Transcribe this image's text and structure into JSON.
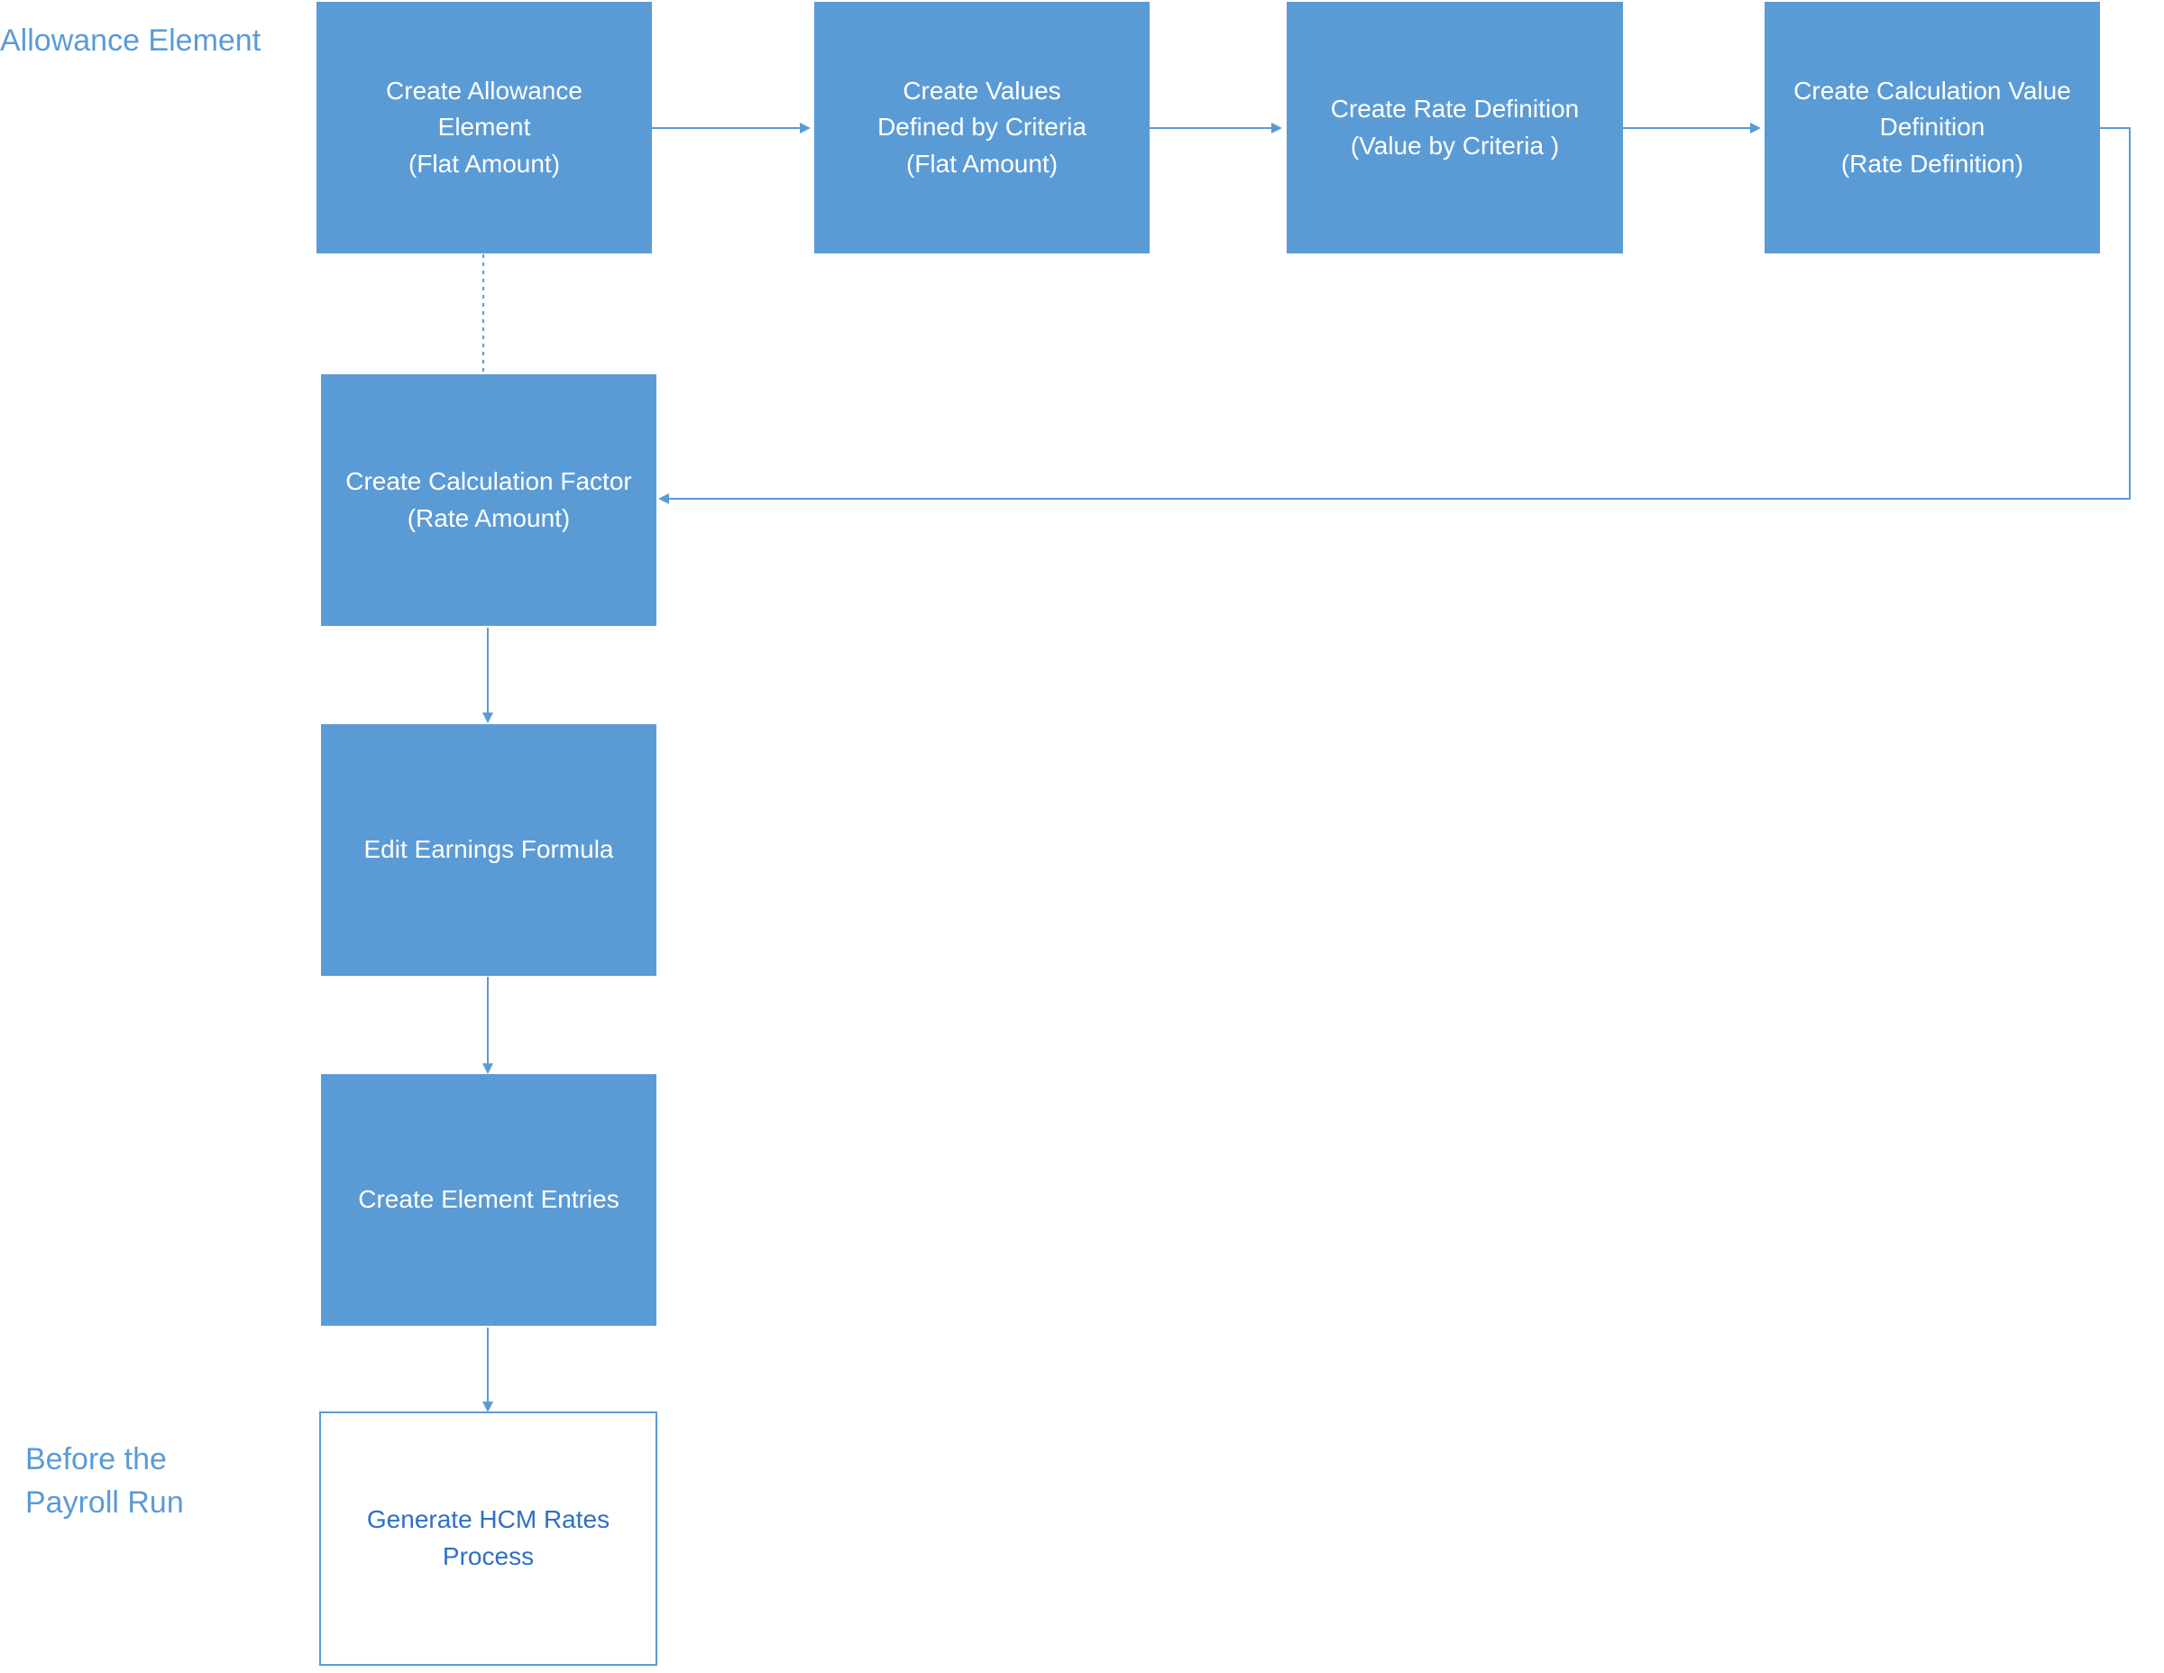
{
  "lanes": {
    "allowance": "Allowance Element",
    "before_payroll": "Before the\nPayroll Run"
  },
  "nodes": {
    "create_allowance_element": "Create Allowance\nElement\n(Flat Amount)",
    "create_values_defined_by_criteria": "Create Values\nDefined by Criteria\n(Flat Amount)",
    "create_rate_definition": "Create Rate Definition\n(Value by Criteria )",
    "create_calculation_value_definition": "Create Calculation Value\nDefinition\n(Rate Definition)",
    "create_calculation_factor": "Create Calculation Factor\n(Rate Amount)",
    "edit_earnings_formula": "Edit Earnings Formula",
    "create_element_entries": "Create Element Entries",
    "generate_hcm_rates_process": "Generate HCM Rates\nProcess"
  },
  "colors": {
    "box_fill": "#5b9bd5",
    "box_text": "#ffffff",
    "connector": "#5b9bd5",
    "lane_label": "#5b9bd5",
    "outline_text": "#2f6fc4"
  }
}
